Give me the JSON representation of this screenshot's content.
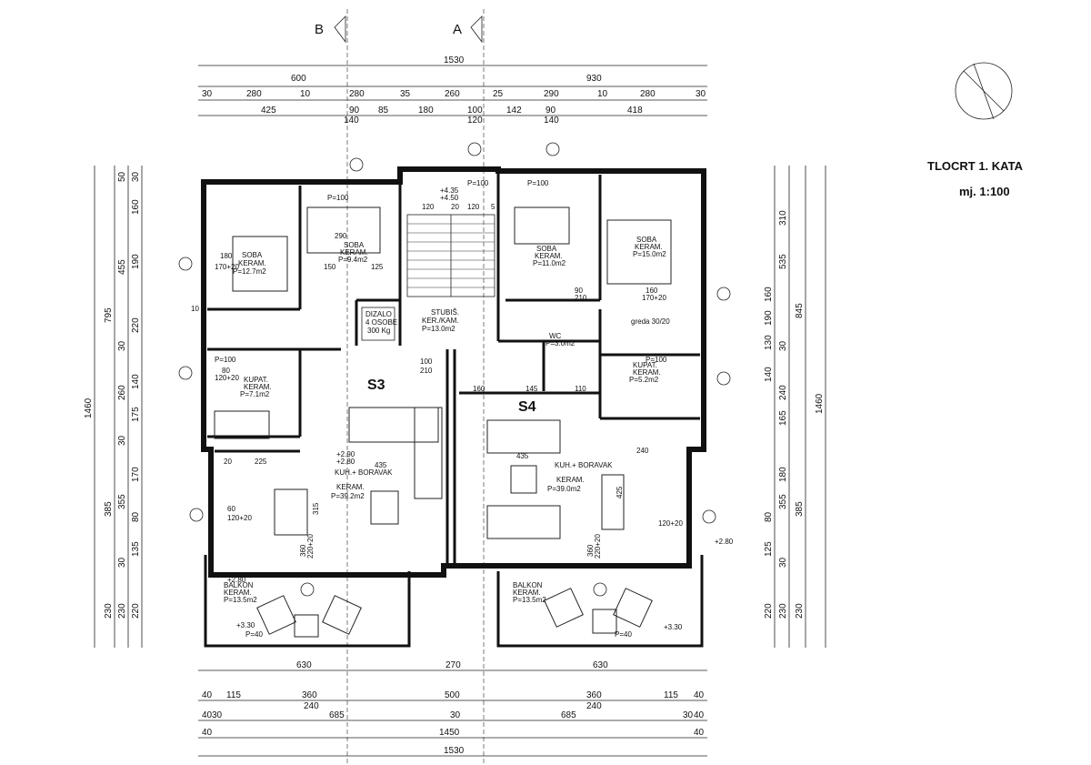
{
  "title": "TLOCRT 1. KATA",
  "scale": "mj. 1:100",
  "sections": {
    "b": "B",
    "a": "A"
  },
  "units": {
    "s3": "S3",
    "s4": "S4"
  },
  "dims_top": {
    "total": "1530",
    "row2": [
      "600",
      "930"
    ],
    "row3": [
      "30",
      "280",
      "10",
      "280",
      "35",
      "260",
      "25",
      "290",
      "10",
      "280",
      "30"
    ],
    "row4": [
      "425",
      "90",
      "85",
      "180",
      "100",
      "142",
      "90",
      "418"
    ],
    "row4b": [
      "140",
      "120",
      "140"
    ]
  },
  "dims_bottom": {
    "row1": [
      "630",
      "270",
      "630"
    ],
    "row2": [
      "40",
      "115",
      "360",
      "500",
      "360",
      "115",
      "40"
    ],
    "row2b": [
      "240",
      "240"
    ],
    "row3": [
      "40",
      "30",
      "685",
      "30",
      "685",
      "30",
      "40"
    ],
    "row4": [
      "40",
      "1450",
      "40"
    ],
    "total": "1530"
  },
  "dims_left": {
    "outer": "1460",
    "col2": [
      "795",
      "385",
      "230"
    ],
    "col3": [
      "50",
      "455",
      "30",
      "260",
      "30",
      "355",
      "30",
      "230"
    ],
    "col4": [
      "30",
      "160",
      "190",
      "220",
      "140",
      "175",
      "170",
      "80",
      "135",
      "220"
    ]
  },
  "dims_right": {
    "outer": "1460",
    "col2": [
      "845",
      "385",
      "230"
    ],
    "col3": [
      "310",
      "535",
      "30",
      "240",
      "165",
      "180",
      "355",
      "30",
      "230"
    ],
    "col4": [
      "160",
      "190",
      "130",
      "140",
      "80",
      "125",
      "220"
    ]
  },
  "rooms": [
    {
      "name": "SOBA",
      "floor": "KERAM.",
      "area": "P=12.7m2"
    },
    {
      "name": "SOBA",
      "floor": "KERAM.",
      "area": "P=9.4m2"
    },
    {
      "name": "SOBA",
      "floor": "KERAM.",
      "area": "P=11.0m2"
    },
    {
      "name": "SOBA",
      "floor": "KERAM.",
      "area": "P=15.0m2"
    },
    {
      "name": "KUPAT.",
      "floor": "KERAM.",
      "area": "P=7.1m2"
    },
    {
      "name": "KUPAT.",
      "floor": "KERAM.",
      "area": "P=5.2m2"
    },
    {
      "name": "WC",
      "floor": "",
      "area": "P=3.0m2"
    },
    {
      "name": "STUBIŠ.",
      "floor": "KER./KAM.",
      "area": "P=13.0m2"
    },
    {
      "name": "DIZALO",
      "floor": "4 OSOBE",
      "area": "300 Kg"
    },
    {
      "name": "KUH.+ BORAVAK",
      "floor": "KERAM.",
      "area": "P=39.2m2"
    },
    {
      "name": "KUH.+ BORAVAK",
      "floor": "KERAM.",
      "area": "P=39.0m2"
    },
    {
      "name": "BALKON",
      "floor": "KERAM.",
      "area": "P=13.5m2"
    },
    {
      "name": "BALKON",
      "floor": "KERAM.",
      "area": "P=13.5m2"
    }
  ],
  "levels": [
    "+4.35",
    "+4.50",
    "+2.90",
    "+2.80",
    "+2.80",
    "+3.30",
    "+3.30",
    "+2.80"
  ],
  "openings": [
    "P=100",
    "P=100",
    "P=100",
    "P=100",
    "P=100",
    "P=40",
    "P=40",
    "120+20",
    "170+20",
    "160",
    "90",
    "210",
    "180",
    "170+20",
    "120+20",
    "120+20",
    "80",
    "60",
    "greda 30/20"
  ],
  "inner_dims": [
    "290",
    "150",
    "125",
    "120",
    "20",
    "120",
    "5",
    "20",
    "225",
    "435",
    "435",
    "315",
    "425",
    "360",
    "360",
    "220+20",
    "220+20",
    "240",
    "160",
    "145",
    "110",
    "100",
    "210",
    "10"
  ]
}
